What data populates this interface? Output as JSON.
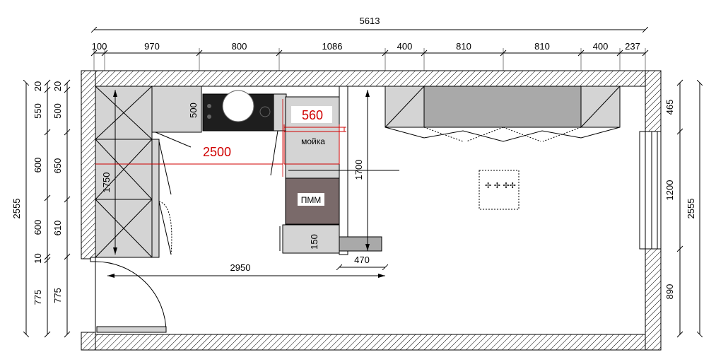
{
  "top_dims": {
    "overall": "5613",
    "segments": [
      "100",
      "970",
      "800",
      "1086",
      "400",
      "810",
      "810",
      "400",
      "237"
    ]
  },
  "left_dims": {
    "overall": "2555",
    "outer": [
      "20",
      "550",
      "600",
      "600",
      "10",
      "775"
    ],
    "inner": [
      "20",
      "500",
      "650",
      "610",
      "775"
    ]
  },
  "right_dims": {
    "overall": "2555",
    "inner": [
      "465",
      "1200",
      "890"
    ]
  },
  "inner_dims": {
    "d500": "500",
    "d1750": "1750",
    "d1700": "1700",
    "d150": "150",
    "d470": "470",
    "d2950": "2950"
  },
  "red_dims": {
    "d2500": "2500",
    "d560": "560"
  },
  "labels": {
    "sink": "мойка",
    "dishwasher": "ПММ"
  },
  "colors": {
    "cabinet": "#d4d4d4",
    "cabinet_dark": "#a9a9a9",
    "dishwasher": "#7a6a6a",
    "hob": "#1e1e1e",
    "red": "#d00000"
  }
}
